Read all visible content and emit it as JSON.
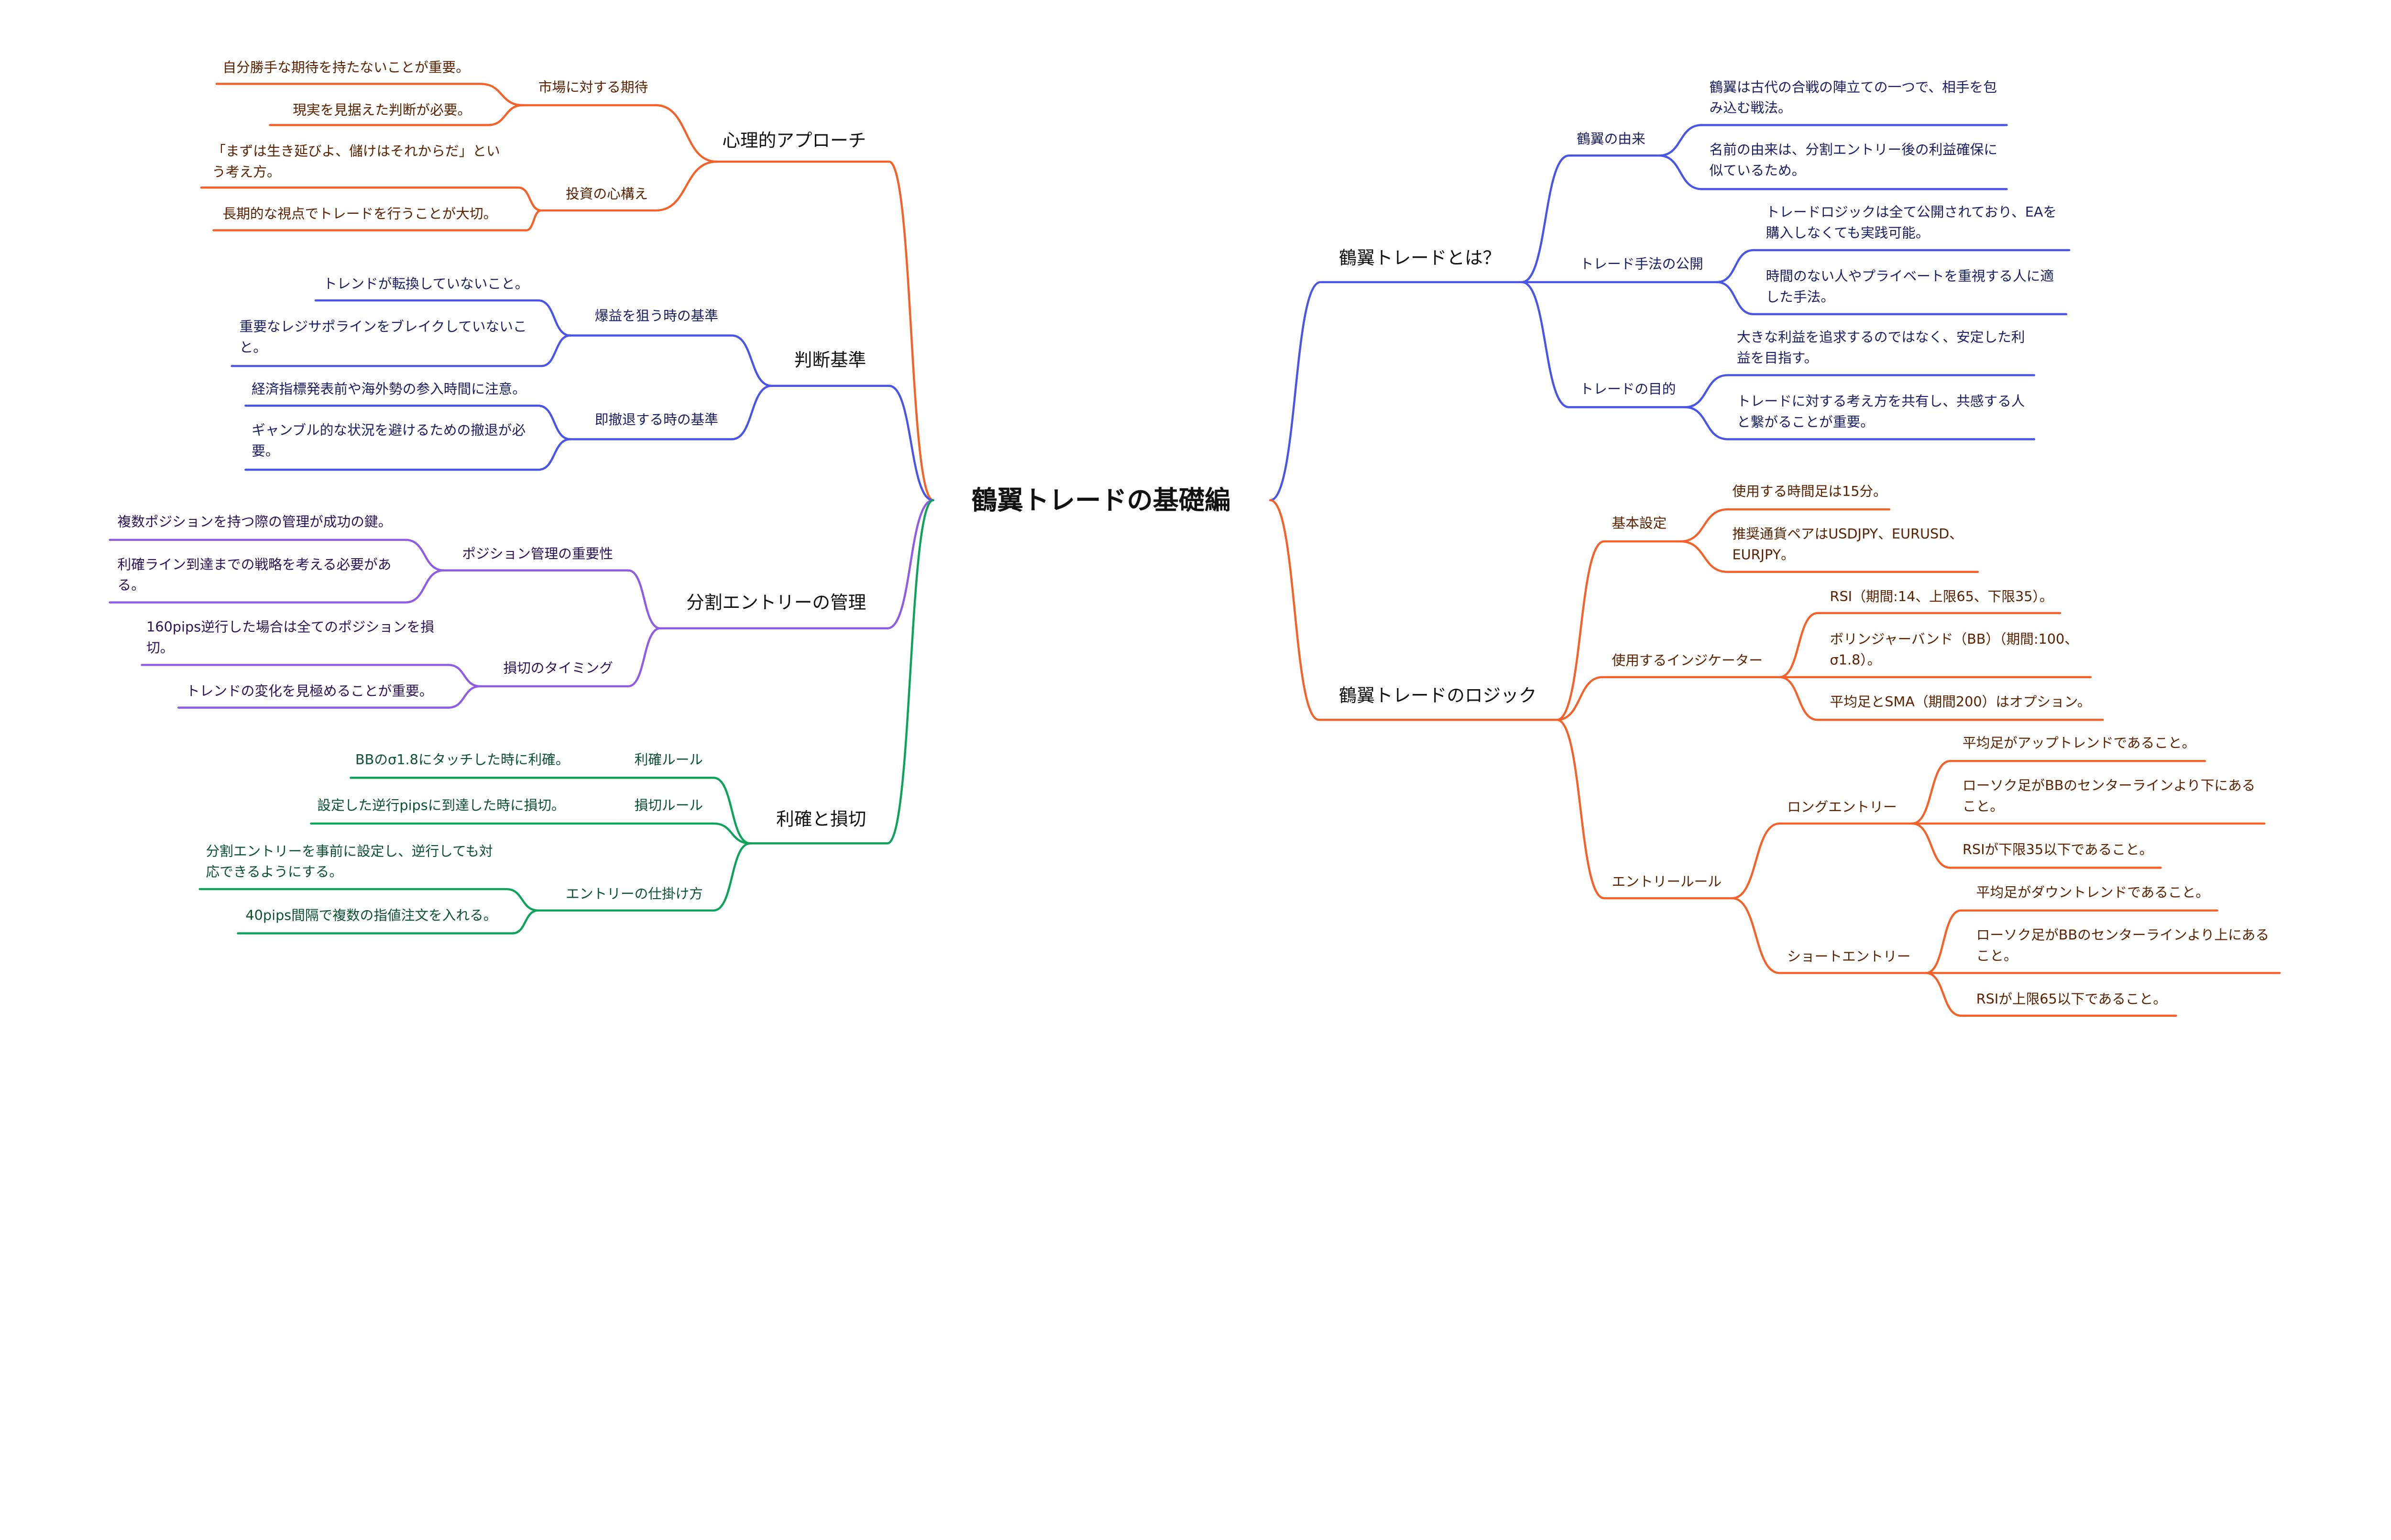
{
  "title": "鶴翼トレードの基礎編",
  "branches": [
    {
      "label": "心理的アプローチ",
      "color": "#F4622A",
      "text_color": "#5C2200",
      "children": [
        {
          "label": "市場に対する期待",
          "children": [
            {
              "lines": [
                "自分勝手な期待を持たないことが重要。"
              ]
            },
            {
              "lines": [
                "現実を見据えた判断が必要。"
              ]
            }
          ]
        },
        {
          "label": "投資の心構え",
          "children": [
            {
              "lines": [
                "「まずは生き延びよ、儲けはそれからだ」とい",
                "う考え方。"
              ]
            },
            {
              "lines": [
                "長期的な視点でトレードを行うことが大切。"
              ]
            }
          ]
        }
      ]
    },
    {
      "label": "判断基準",
      "color": "#4A55E8",
      "text_color": "#1A1E66",
      "children": [
        {
          "label": "爆益を狙う時の基準",
          "children": [
            {
              "lines": [
                "トレンドが転換していないこと。"
              ]
            },
            {
              "lines": [
                "重要なレジサポラインをブレイクしていないこ",
                "と。"
              ]
            }
          ]
        },
        {
          "label": "即撤退する時の基準",
          "children": [
            {
              "lines": [
                "経済指標発表前や海外勢の参入時間に注意。"
              ]
            },
            {
              "lines": [
                "ギャンブル的な状況を避けるための撤退が必",
                "要。"
              ]
            }
          ]
        }
      ]
    },
    {
      "label": "分割エントリーの管理",
      "color": "#8E5CE6",
      "text_color": "#2A1358",
      "children": [
        {
          "label": "ポジション管理の重要性",
          "children": [
            {
              "lines": [
                "複数ポジションを持つ際の管理が成功の鍵。"
              ]
            },
            {
              "lines": [
                "利確ライン到達までの戦略を考える必要があ",
                "る。"
              ]
            }
          ]
        },
        {
          "label": "損切のタイミング",
          "children": [
            {
              "lines": [
                "160pips逆行した場合は全てのポジションを損",
                "切。"
              ]
            },
            {
              "lines": [
                "トレンドの変化を見極めることが重要。"
              ]
            }
          ]
        }
      ]
    },
    {
      "label": "利確と損切",
      "color": "#0EA35A",
      "text_color": "#0B5230",
      "children": [
        {
          "label": "利確ルール",
          "children": [
            {
              "lines": [
                "BBのσ1.8にタッチした時に利確。"
              ]
            }
          ]
        },
        {
          "label": "損切ルール",
          "children": [
            {
              "lines": [
                "設定した逆行pipsに到達した時に損切。"
              ]
            }
          ]
        },
        {
          "label": "エントリーの仕掛け方",
          "children": [
            {
              "lines": [
                "分割エントリーを事前に設定し、逆行しても対",
                "応できるようにする。"
              ]
            },
            {
              "lines": [
                "40pips間隔で複数の指値注文を入れる。"
              ]
            }
          ]
        }
      ]
    },
    {
      "label": "鶴翼トレードとは？",
      "color": "#4A55E8",
      "text_color": "#1A1E66",
      "children": [
        {
          "label": "鶴翼の由来",
          "children": [
            {
              "lines": [
                "鶴翼は古代の合戦の陣立ての一つで、相手を包",
                "み込む戦法。"
              ]
            },
            {
              "lines": [
                "名前の由来は、分割エントリー後の利益確保に",
                "似ているため。"
              ]
            }
          ]
        },
        {
          "label": "トレード手法の公開",
          "children": [
            {
              "lines": [
                "トレードロジックは全て公開されており、EAを",
                "購入しなくても実践可能。"
              ]
            },
            {
              "lines": [
                "時間のない人やプライベートを重視する人に適",
                "した手法。"
              ]
            }
          ]
        },
        {
          "label": "トレードの目的",
          "children": [
            {
              "lines": [
                "大きな利益を追求するのではなく、安定した利",
                "益を目指す。"
              ]
            },
            {
              "lines": [
                "トレードに対する考え方を共有し、共感する人",
                "と繋がることが重要。"
              ]
            }
          ]
        }
      ]
    },
    {
      "label": "鶴翼トレードのロジック",
      "color": "#F4622A",
      "text_color": "#5C2200",
      "children": [
        {
          "label": "基本設定",
          "children": [
            {
              "lines": [
                "使用する時間足は15分。"
              ]
            },
            {
              "lines": [
                "推奨通貨ペアはUSDJPY、EURUSD、",
                "EURJPY。"
              ]
            }
          ]
        },
        {
          "label": "使用するインジケーター",
          "children": [
            {
              "lines": [
                "RSI（期間:14、上限65、下限35）。"
              ]
            },
            {
              "lines": [
                "ボリンジャーバンド（BB）（期間:100、",
                "σ1.8）。"
              ]
            },
            {
              "lines": [
                "平均足とSMA（期間200）はオプション。"
              ]
            }
          ]
        },
        {
          "label": "エントリールール",
          "children": [
            {
              "label": "ロングエントリー",
              "children": [
                {
                  "lines": [
                    "平均足がアップトレンドであること。"
                  ]
                },
                {
                  "lines": [
                    "ローソク足がBBのセンターラインより下にある",
                    "こと。"
                  ]
                },
                {
                  "lines": [
                    "RSIが下限35以下であること。"
                  ]
                }
              ]
            },
            {
              "label": "ショートエントリー",
              "children": [
                {
                  "lines": [
                    "平均足がダウントレンドであること。"
                  ]
                },
                {
                  "lines": [
                    "ローソク足がBBのセンターラインより上にある",
                    "こと。"
                  ]
                },
                {
                  "lines": [
                    "RSIが上限65以下であること。"
                  ]
                }
              ]
            }
          ]
        }
      ]
    }
  ]
}
